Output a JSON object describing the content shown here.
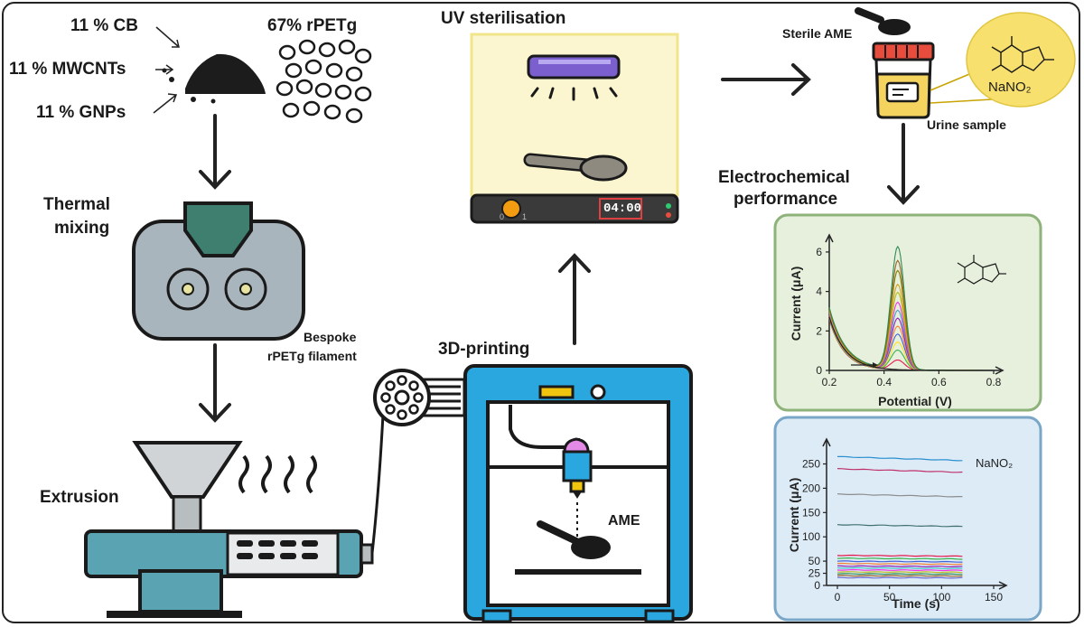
{
  "materials": {
    "cb": "11 % CB",
    "mwcnts": "11 % MWCNTs",
    "gnps": "11 % GNPs",
    "rpetg": "67% rPETg"
  },
  "steps": {
    "thermal_mixing_line1": "Thermal",
    "thermal_mixing_line2": "mixing",
    "extrusion": "Extrusion",
    "filament_line1": "Bespoke",
    "filament_line2": "rPETg filament",
    "printing": "3D-printing",
    "ame": "AME",
    "uv": "UV sterilisation",
    "timer": "04:00",
    "dial_min": "0",
    "dial_max": "1",
    "sterile": "Sterile AME",
    "urine": "Urine sample",
    "nano2": "NaNO₂",
    "electro_line1": "Electrochemical",
    "electro_line2": "performance"
  },
  "colors": {
    "green_panel": "#e6f0dc",
    "blue_panel": "#dcebf6",
    "uv_panel": "#fbf6cf",
    "printer_blue": "#2aa7de",
    "mixer": "#a9b5bc",
    "hopper": "#3f7f6f"
  },
  "chart_data": [
    {
      "type": "line",
      "title": "",
      "xlabel": "Potential (V)",
      "ylabel": "Current (μA)",
      "xlim": [
        0.2,
        0.8
      ],
      "ylim": [
        0,
        6.5
      ],
      "xticks": [
        "0.2",
        "0.4",
        "0.6",
        "0.8"
      ],
      "yticks": [
        "0",
        "2",
        "4",
        "6"
      ],
      "peak_potential": 0.45,
      "series_peaks": [
        0.5,
        1.0,
        1.4,
        1.8,
        2.2,
        2.6,
        3.0,
        3.4,
        3.9,
        4.3,
        5.0,
        5.5,
        6.2
      ],
      "series_colors": [
        "#e6194b",
        "#3cb44b",
        "#ffe119",
        "#4363d8",
        "#f58231",
        "#911eb4",
        "#46a0c8",
        "#f032e6",
        "#bcbc22",
        "#d4a017",
        "#808000",
        "#9a6324",
        "#2e8b57"
      ]
    },
    {
      "type": "line",
      "title": "",
      "xlabel": "Time (s)",
      "ylabel": "Current (μA)",
      "xlim": [
        0,
        150
      ],
      "ylim": [
        0,
        290
      ],
      "xticks": [
        "0",
        "50",
        "100",
        "150"
      ],
      "yticks": [
        "0",
        "25",
        "50",
        "100",
        "150",
        "200",
        "250"
      ],
      "legend": "NaNO₂",
      "levels": [
        265,
        240,
        188,
        125,
        62,
        56,
        50,
        45,
        40,
        36,
        32,
        28,
        24,
        20,
        16
      ],
      "level_colors": [
        "#2a8fcf",
        "#c0306a",
        "#8d8d8d",
        "#3f6f6f",
        "#e6194b",
        "#3cb44b",
        "#4363d8",
        "#f58231",
        "#911eb4",
        "#46c8c8",
        "#f032e6",
        "#bcbc22",
        "#2e8b57",
        "#9a6324",
        "#6a6acf"
      ]
    }
  ]
}
